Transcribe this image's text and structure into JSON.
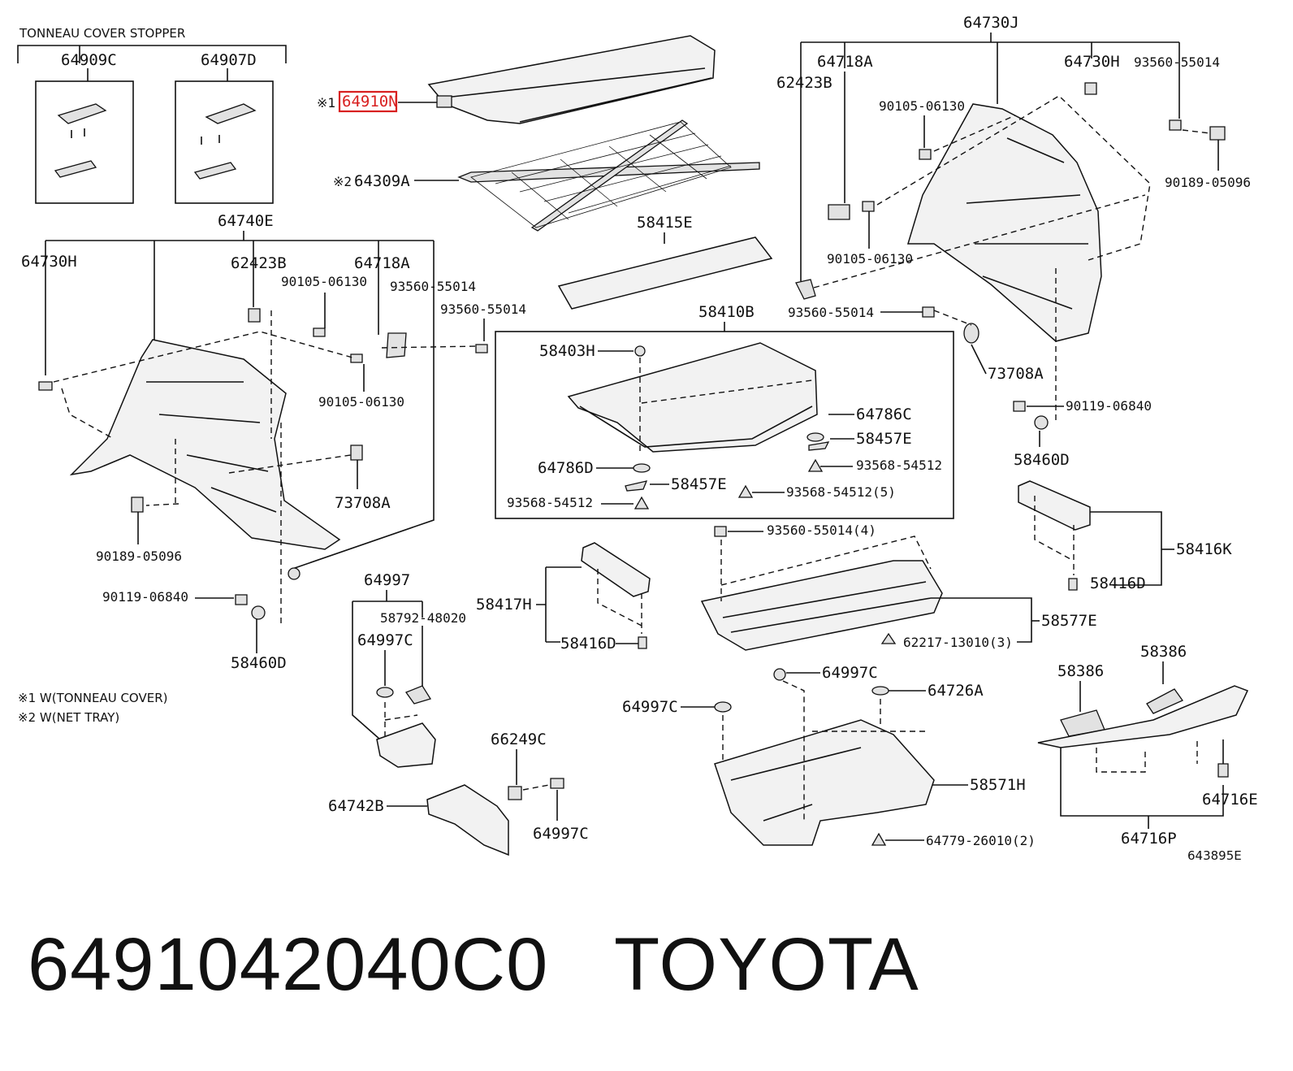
{
  "group_label": "TONNEAU COVER STOPPER",
  "labels": {
    "p64909C": "64909C",
    "p64907D": "64907D",
    "p64910N_prefix": "※1",
    "p64910N": "64910N",
    "p64309A_prefix": "※2",
    "p64309A": "64309A",
    "p58415E": "58415E",
    "p58410B": "58410B",
    "p58403H": "58403H",
    "p64786C": "64786C",
    "p58457E_r": "58457E",
    "p93568_r": "93568-54512",
    "p64786D": "64786D",
    "p58457E_l": "58457E",
    "p93568_l": "93568-54512",
    "p93568_5": "93568-54512(5)",
    "p64740E": "64740E",
    "p64730H_l": "64730H",
    "p62423B_l": "62423B",
    "p64718A_l": "64718A",
    "p90105_l1": "90105-06130",
    "p93560_l1": "93560-55014",
    "p93560_l2": "93560-55014",
    "p90105_l2": "90105-06130",
    "p73708A_l": "73708A",
    "p90189_l": "90189-05096",
    "p90119_l": "90119-06840",
    "p58460D_l": "58460D",
    "p64730J": "64730J",
    "p64718A_r": "64718A",
    "p64730H_r": "64730H",
    "p93560_r1": "93560-55014",
    "p62423B_r": "62423B",
    "p90105_r1": "90105-06130",
    "p90189_r": "90189-05096",
    "p90105_r2": "90105-06130",
    "p93560_r2": "93560-55014",
    "p73708A_r": "73708A",
    "p90119_r": "90119-06840",
    "p58460D_r": "58460D",
    "p58416K": "58416K",
    "p58416D_r": "58416D",
    "p93560_4": "93560-55014(4)",
    "p58577E": "58577E",
    "p62217": "62217-13010(3)",
    "p58417H": "58417H",
    "p58416D_m": "58416D",
    "p64997": "64997",
    "p58792": "58792-48020",
    "p64997C_a": "64997C",
    "p66249C": "66249C",
    "p64742B": "64742B",
    "p64997C_b": "64997C",
    "p64997C_c": "64997C",
    "p64726A": "64726A",
    "p64997C_d": "64997C",
    "p58571H": "58571H",
    "p64779": "64779-26010(2)",
    "p58386_a": "58386",
    "p58386_b": "58386",
    "p64716E": "64716E",
    "p64716P": "64716P",
    "diagram_code": "643895E"
  },
  "notes": {
    "n1": "※1 W(TONNEAU COVER)",
    "n2": "※2 W(NET TRAY)"
  },
  "footer": {
    "part_number": "6491042040C0",
    "brand": "TOYOTA"
  },
  "highlight_color": "#d82020"
}
